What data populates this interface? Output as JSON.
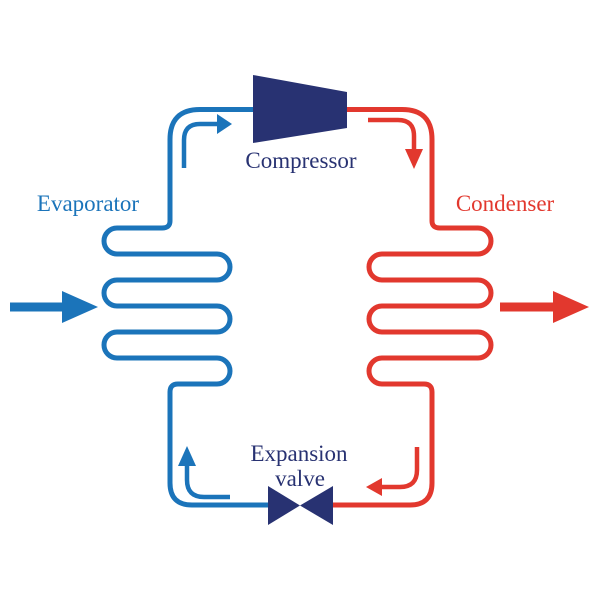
{
  "colors": {
    "blue": "#1b74ba",
    "red": "#e2382e",
    "navy": "#283272",
    "background": "#ffffff"
  },
  "labels": {
    "evaporator": "Evaporator",
    "condenser": "Condenser",
    "compressor": "Compressor",
    "expansion_valve_line1": "Expansion",
    "expansion_valve_line2": "valve"
  }
}
